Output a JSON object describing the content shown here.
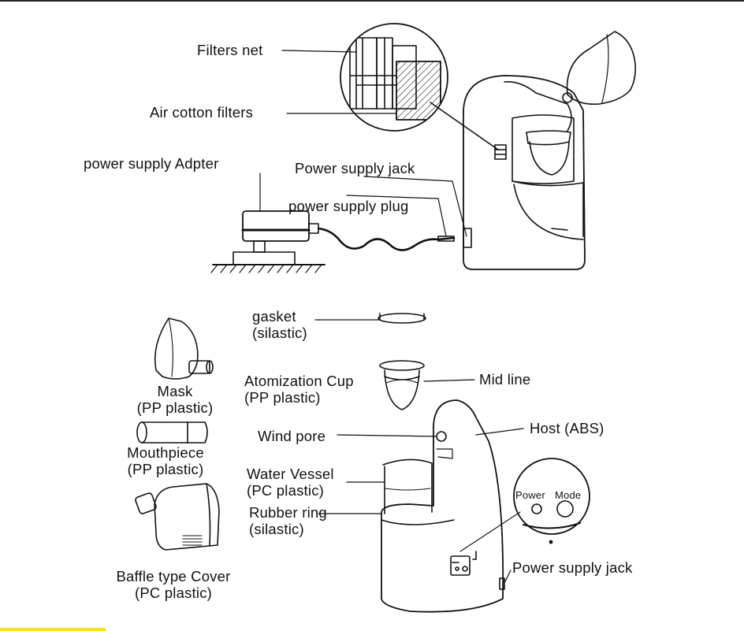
{
  "labels": {
    "filters_net": "Filters net",
    "air_cotton_filters": "Air cotton filters",
    "power_supply_adapter": "power supply Adpter",
    "power_supply_jack_top": "Power supply jack",
    "power_supply_plug": "power supply plug",
    "gasket": {
      "line1": "gasket",
      "line2": "(silastic)"
    },
    "atomization_cup": {
      "line1": "Atomization Cup",
      "line2": "(PP plastic)"
    },
    "mid_line": "Mid line",
    "mask": {
      "line1": "Mask",
      "line2": "(PP plastic)"
    },
    "mouthpiece": {
      "line1": "Mouthpiece",
      "line2": "(PP plastic)"
    },
    "wind_pore": "Wind pore",
    "host": "Host (ABS)",
    "water_vessel": {
      "line1": "Water Vessel",
      "line2": "(PC plastic)"
    },
    "rubber_ring": {
      "line1": "Rubber ring",
      "line2": "(silastic)"
    },
    "baffle_cover": {
      "line1": "Baffle type Cover",
      "line2": "(PC plastic)"
    },
    "power_supply_jack_bottom": "Power supply jack",
    "panel_power": "Power",
    "panel_mode": "Mode"
  },
  "colors": {
    "line": "#111111",
    "accent_bar": "#f2e21a"
  }
}
